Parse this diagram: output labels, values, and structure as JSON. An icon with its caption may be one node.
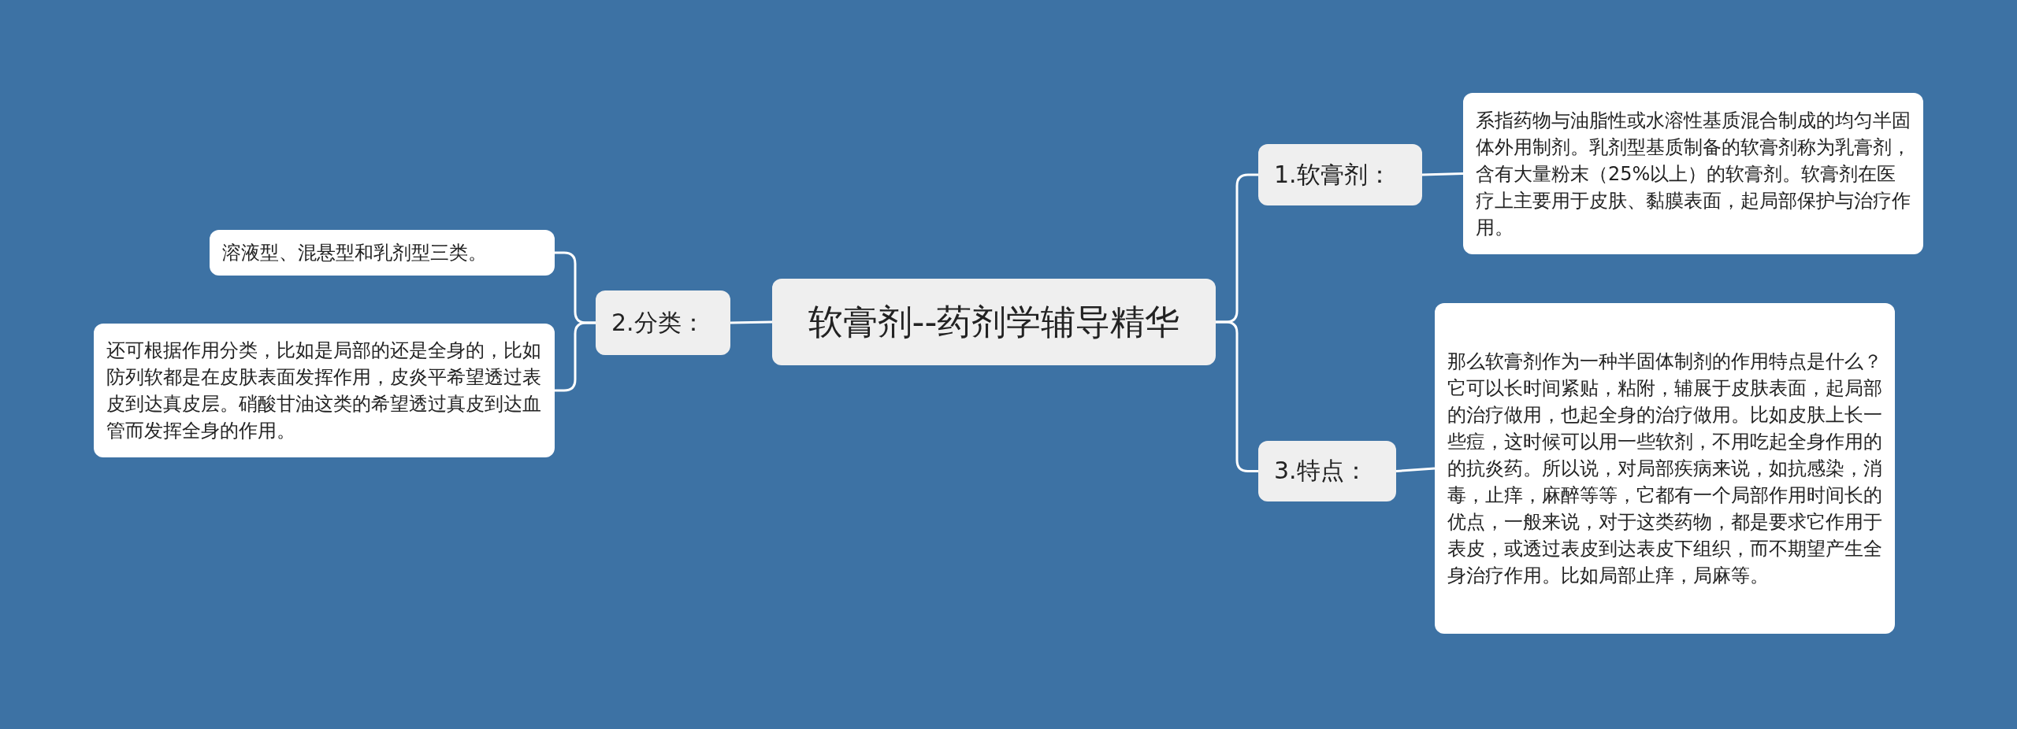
{
  "diagram": {
    "nodes": [
      {
        "text": [
          "软膏剂--药剂学辅导精华"
        ]
      },
      {
        "text": [
          "1.软膏剂："
        ]
      },
      {
        "text": [
          "系指药物与油脂性或水溶性基质混合制成的均匀半固体外用制剂。乳剂型基质制备的软膏剂称为乳膏剂，含有大量粉末（25%以上）的软膏剂。软膏剂在医疗上主要用于皮肤、黏膜表面，起局部保护与治疗作用。"
        ]
      },
      {
        "text": [
          "3.特点："
        ]
      },
      {
        "text": [
          "那么软膏剂作为一种半固体制剂的作用特点是什么？它可以长时间紧贴，粘附，辅展于皮肤表面，起局部的治疗做用，也起全身的治疗做用。比如皮肤上长一些痘，这时候可以用一些软剂，不用吃起全身作用的的抗炎药。所以说，对局部疾病来说，如抗感染，消毒，止痒，麻醉等等，它都有一个局部作用时间长的优点，一般来说，对于这类药物，都是要求它作用于表皮，或透过表皮到达表皮下组织，而不期望产生全身治疗作用。比如局部止痒，局麻等。"
        ]
      },
      {
        "text": [
          "2.分类："
        ]
      },
      {
        "text": [
          "溶液型、混悬型和乳剂型三类。"
        ]
      },
      {
        "text": [
          "还可根据作用分类，比如是局部的还是全身的，比如防列软都是在皮肤表面发挥作用，皮炎平希望透过表皮到达真皮层。硝酸甘油这类的希望透过真皮到达血管而发挥全身的作用。"
        ]
      }
    ],
    "edges": [
      {
        "from": 0,
        "to": 1,
        "arrow": "none"
      },
      {
        "from": 1,
        "to": 2,
        "arrow": "none"
      },
      {
        "from": 0,
        "to": 3,
        "arrow": "none"
      },
      {
        "from": 3,
        "to": 4,
        "arrow": "none"
      },
      {
        "from": 0,
        "to": 5,
        "arrow": "none"
      },
      {
        "from": 5,
        "to": 6,
        "arrow": "none"
      },
      {
        "from": 5,
        "to": 7,
        "arrow": "none"
      }
    ]
  }
}
